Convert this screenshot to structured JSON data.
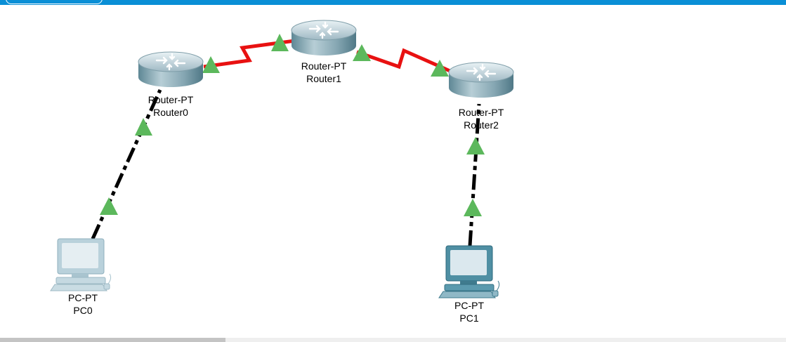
{
  "colors": {
    "accent_bar": "#0a8fd6",
    "serial_link": "#e81111",
    "ethernet_link": "#000000",
    "link_up_indicator": "#5cb85c"
  },
  "devices": {
    "router0": {
      "model": "Router-PT",
      "name": "Router0",
      "icon": "router-icon"
    },
    "router1": {
      "model": "Router-PT",
      "name": "Router1",
      "icon": "router-icon"
    },
    "router2": {
      "model": "Router-PT",
      "name": "Router2",
      "icon": "router-icon"
    },
    "pc0": {
      "model": "PC-PT",
      "name": "PC0",
      "icon": "pc-icon"
    },
    "pc1": {
      "model": "PC-PT",
      "name": "PC1",
      "icon": "pc-icon"
    }
  },
  "links": [
    {
      "from": "Router0",
      "to": "Router1",
      "type": "serial",
      "status": "up"
    },
    {
      "from": "Router1",
      "to": "Router2",
      "type": "serial",
      "status": "up"
    },
    {
      "from": "PC0",
      "to": "Router0",
      "type": "ethernet",
      "status": "up"
    },
    {
      "from": "PC1",
      "to": "Router2",
      "type": "ethernet",
      "status": "up"
    }
  ]
}
